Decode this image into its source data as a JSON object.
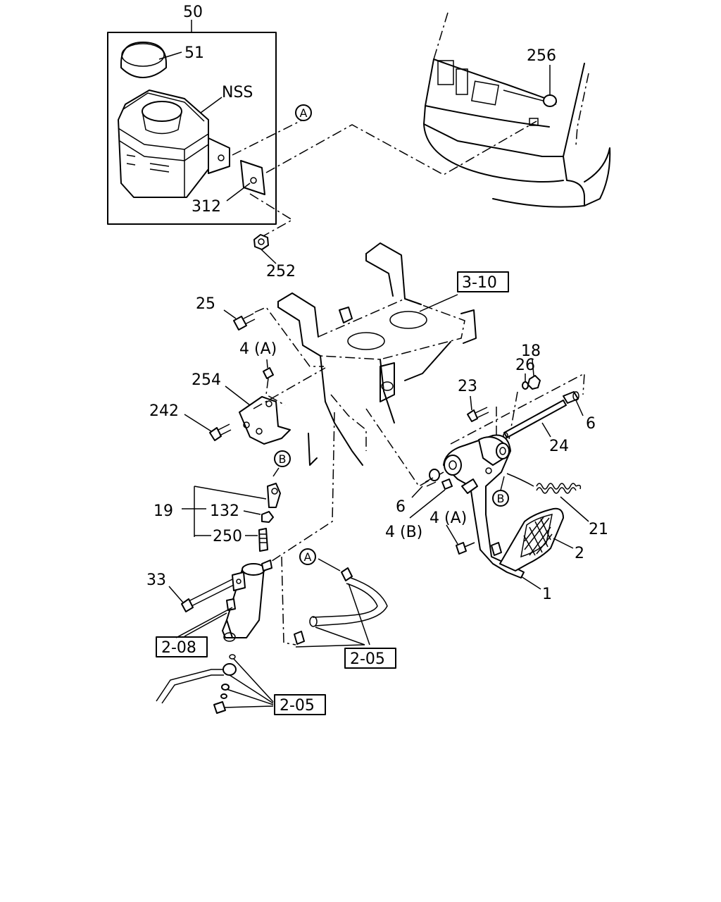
{
  "callouts": {
    "c50": "50",
    "c51": "51",
    "nss": "NSS",
    "c312": "312",
    "c252": "252",
    "c256": "256",
    "c25": "25",
    "c4a_top": "4 (A)",
    "c254": "254",
    "c242": "242",
    "c19": "19",
    "c132": "132",
    "c250": "250",
    "c33": "33",
    "c23": "23",
    "c26": "26",
    "c18": "18",
    "c6_right": "6",
    "c24": "24",
    "c6_mid": "6",
    "c4b": "4 (B)",
    "c4a_low": "4 (A)",
    "c21": "21",
    "c2": "2",
    "c1": "1"
  },
  "references": {
    "r310": "3-10",
    "r208": "2-08",
    "r205_upper": "2-05",
    "r205_lower": "2-05"
  },
  "markers": {
    "a_top": "A",
    "a_low": "A",
    "b_left": "B",
    "b_right": "B"
  }
}
